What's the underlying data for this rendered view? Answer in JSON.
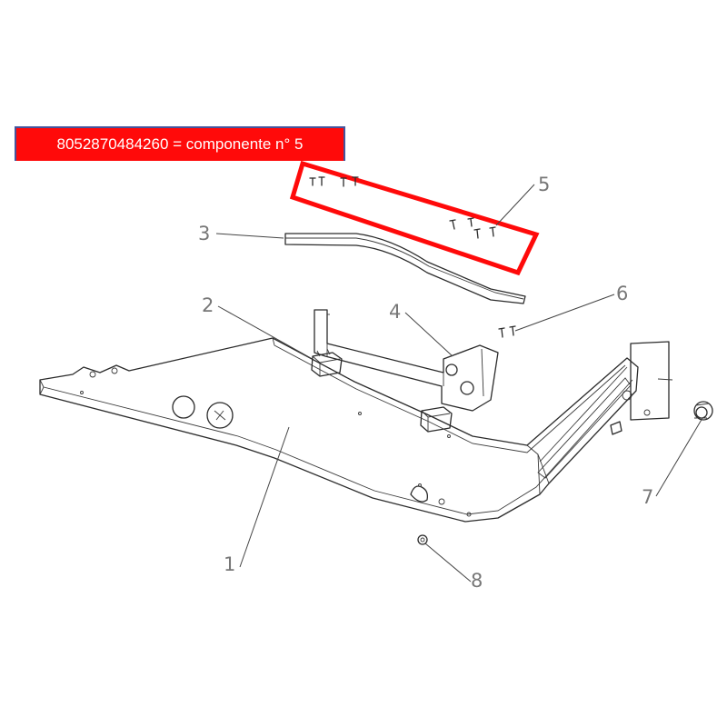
{
  "banner": {
    "text": "8052870484260 = componente n° 5"
  },
  "colors": {
    "highlight": "#ff0a0a",
    "banner_border": "#44549c",
    "drawing": "#2b2b2b",
    "label": "#777777"
  },
  "callouts": [
    {
      "id": "1",
      "text": "1"
    },
    {
      "id": "2",
      "text": "2"
    },
    {
      "id": "3",
      "text": "3"
    },
    {
      "id": "4",
      "text": "4"
    },
    {
      "id": "5",
      "text": "5"
    },
    {
      "id": "6",
      "text": "6"
    },
    {
      "id": "7",
      "text": "7"
    },
    {
      "id": "8",
      "text": "8"
    }
  ]
}
